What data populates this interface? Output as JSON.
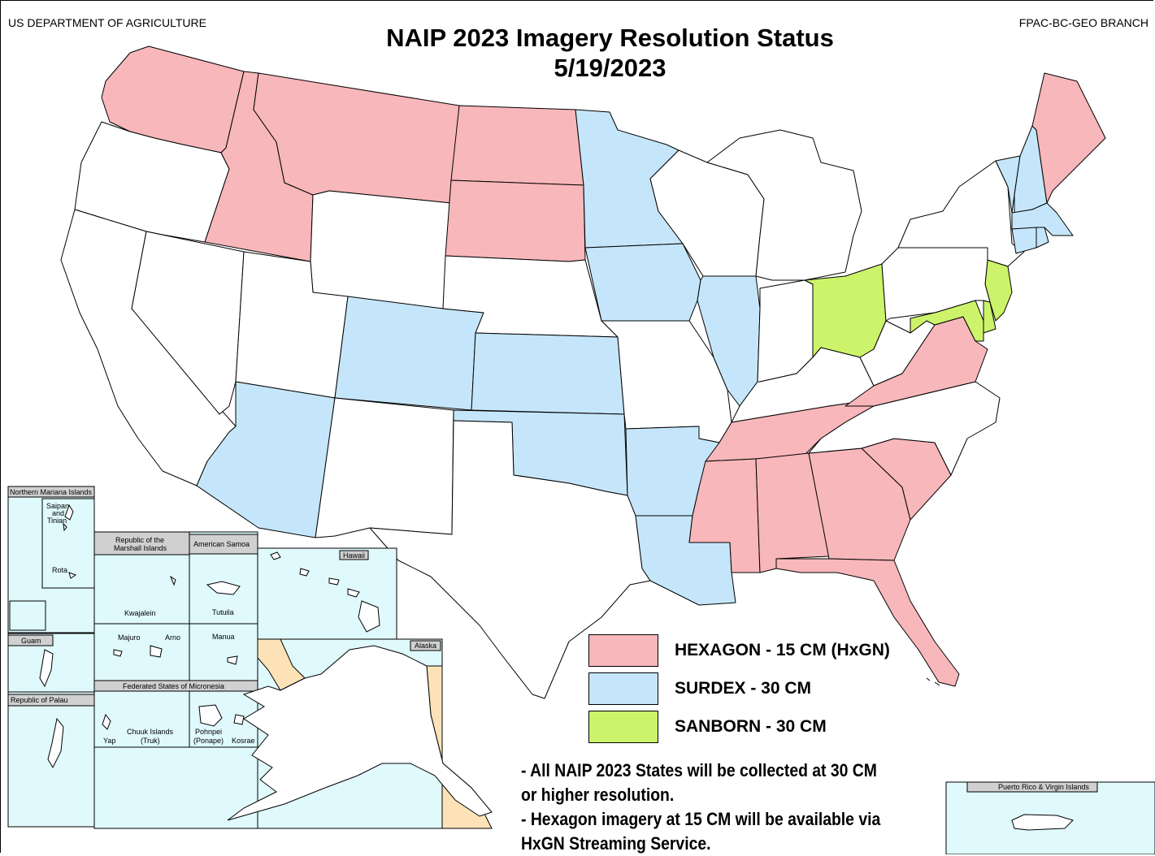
{
  "header": {
    "agency": "US DEPARTMENT OF AGRICULTURE",
    "branch": "FPAC-BC-GEO BRANCH",
    "title_line1": "NAIP 2023 Imagery Resolution Status",
    "title_line2": "5/19/2023"
  },
  "colors": {
    "hexagon": "#f8b7bb",
    "surdex": "#c5e6fa",
    "sanborn": "#ccf36a",
    "canada": "#fde2b8",
    "inset_water": "#dff9fc",
    "inset_header": "#d0d0d0",
    "unassigned": "#ffffff"
  },
  "legend": [
    {
      "label": "HEXAGON - 15 CM (HxGN)",
      "color_key": "hexagon"
    },
    {
      "label": "SURDEX - 30 CM",
      "color_key": "surdex"
    },
    {
      "label": "SANBORN - 30 CM",
      "color_key": "sanborn"
    }
  ],
  "notes": [
    "- All NAIP 2023 States will be collected at 30 CM",
    "or higher resolution.",
    "- Hexagon imagery at 15 CM will be available via",
    "HxGN Streaming Service."
  ],
  "insets": {
    "cnmi": "Northern Mariana Islands",
    "saipan_1": "Saipan",
    "saipan_2": "and",
    "saipan_3": "Tinian",
    "rota": "Rota",
    "marshall_1": "Republic of the",
    "marshall_2": "Marshall Islands",
    "kwajalein": "Kwajalein",
    "majuro": "Majuro",
    "arno": "Arno",
    "samoa": "American Samoa",
    "tutuila": "Tutuila",
    "manua": "Manua",
    "hawaii": "Hawaii",
    "alaska": "Alaska",
    "guam": "Guam",
    "palau": "Republic of Palau",
    "micronesia": "Federated States of Micronesia",
    "yap": "Yap",
    "chuuk_1": "Chuuk Islands",
    "chuuk_2": "(Truk)",
    "pohnpei_1": "Pohnpei",
    "pohnpei_2": "(Ponape)",
    "kosrae": "Kosrae",
    "puerto_rico": "Puerto Rico & Virgin Islands"
  },
  "states": {
    "WA": "hexagon",
    "OR": "unassigned",
    "CA": "unassigned",
    "ID": "hexagon",
    "MT": "hexagon",
    "WY": "unassigned",
    "NV": "unassigned",
    "UT": "unassigned",
    "AZ": "surdex",
    "CO": "surdex",
    "NM": "unassigned",
    "ND": "hexagon",
    "SD": "hexagon",
    "NE": "unassigned",
    "KS": "surdex",
    "OK": "surdex",
    "TX": "unassigned",
    "MN": "surdex",
    "IA": "surdex",
    "MO": "unassigned",
    "AR": "surdex",
    "LA": "surdex",
    "WI": "unassigned",
    "IL": "surdex",
    "MI": "unassigned",
    "IN": "unassigned",
    "OH": "sanborn",
    "KY": "unassigned",
    "TN": "hexagon",
    "MS": "hexagon",
    "AL": "hexagon",
    "GA": "hexagon",
    "FL": "hexagon",
    "SC": "hexagon",
    "NC": "unassigned",
    "VA": "hexagon",
    "WV": "unassigned",
    "MD": "sanborn",
    "DE": "sanborn",
    "NJ": "sanborn",
    "PA": "unassigned",
    "NY": "unassigned",
    "VT": "surdex",
    "NH": "surdex",
    "ME": "hexagon",
    "MA": "surdex",
    "CT": "surdex",
    "RI": "surdex"
  }
}
